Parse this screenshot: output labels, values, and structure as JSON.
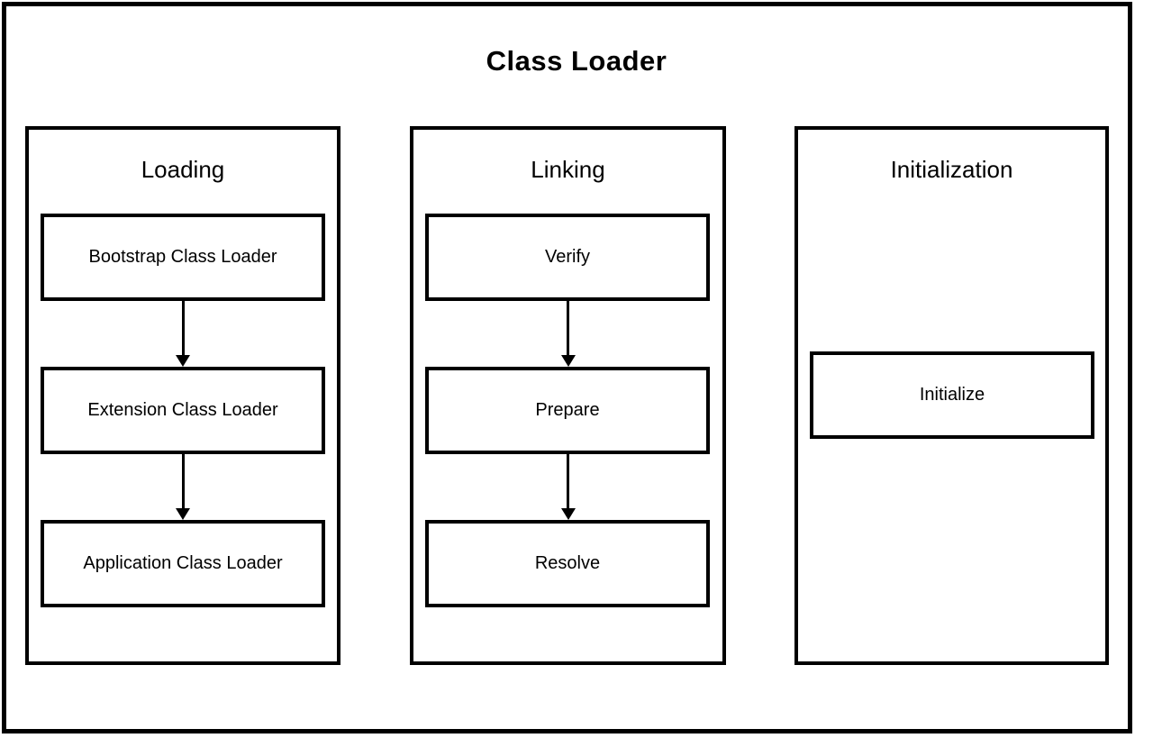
{
  "title": "Class Loader",
  "columns": [
    {
      "header": "Loading",
      "boxes": [
        "Bootstrap Class Loader",
        "Extension Class Loader",
        "Application Class Loader"
      ]
    },
    {
      "header": "Linking",
      "boxes": [
        "Verify",
        "Prepare",
        "Resolve"
      ]
    },
    {
      "header": "Initialization",
      "boxes": [
        "Initialize"
      ]
    }
  ],
  "colors": {
    "line": "#000000",
    "background": "#ffffff",
    "text": "#000000"
  }
}
